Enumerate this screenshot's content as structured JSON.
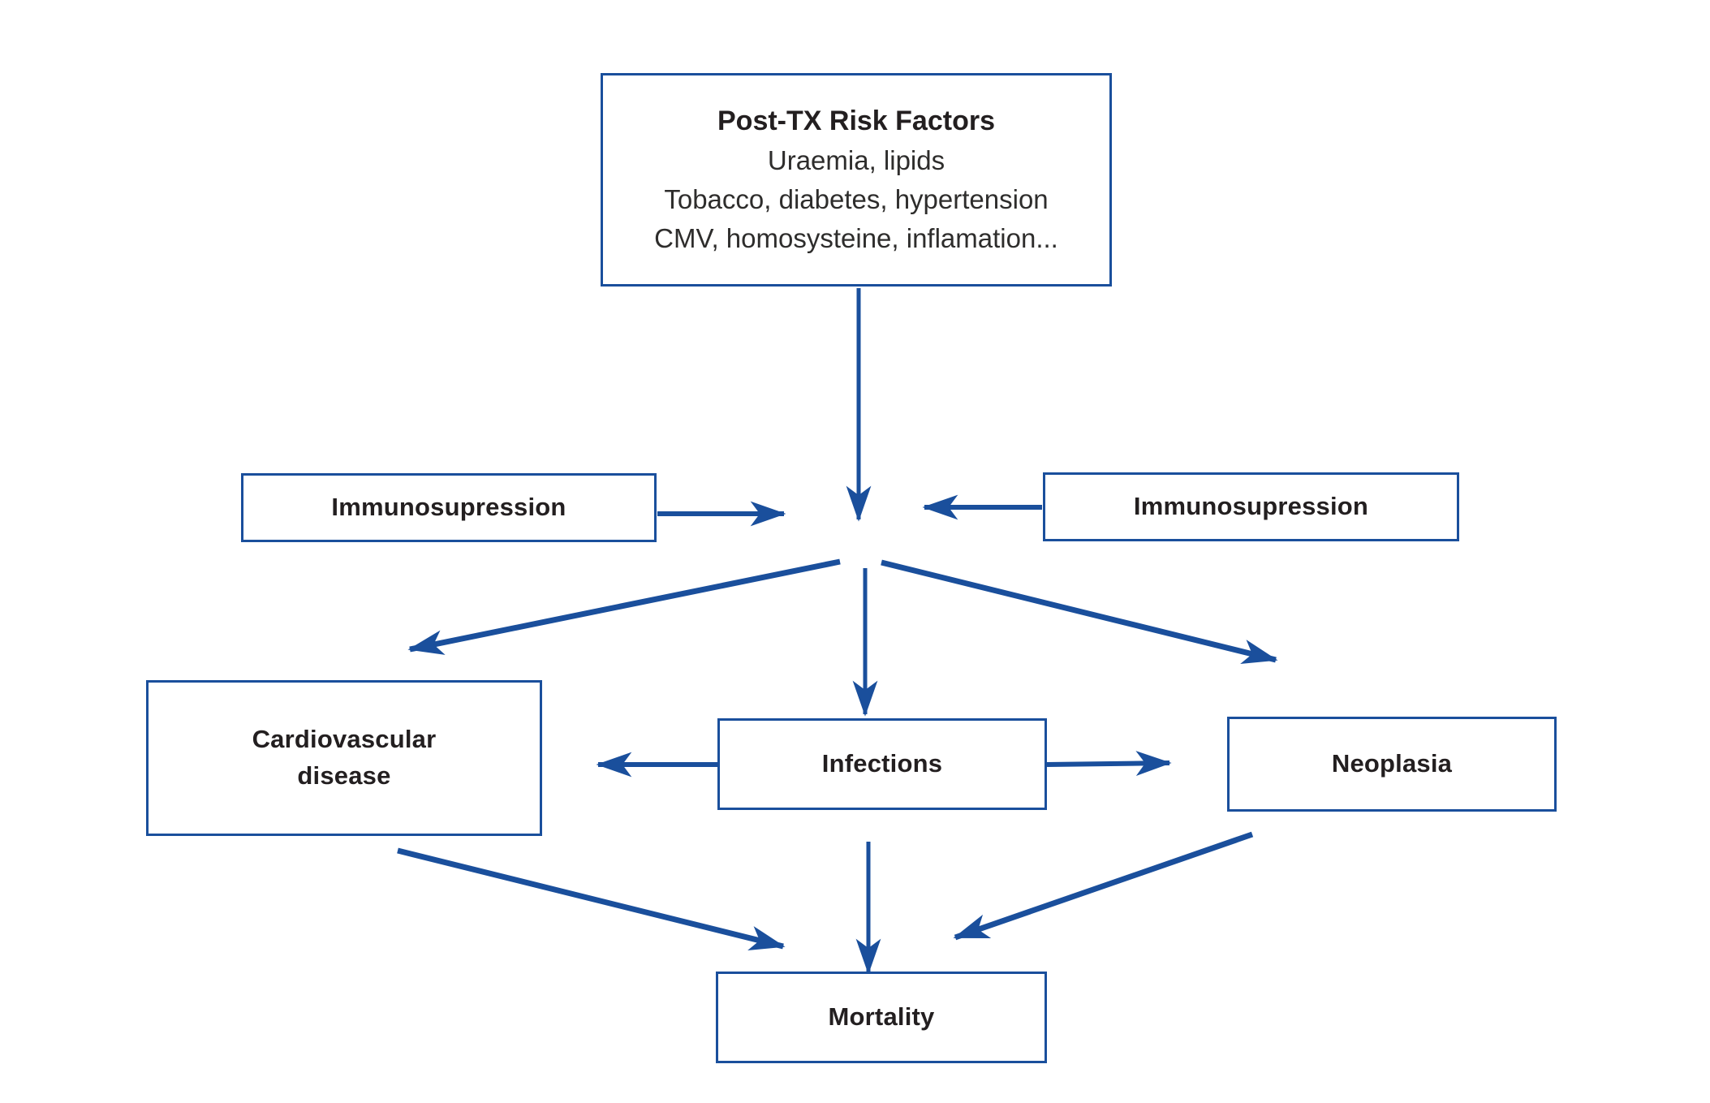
{
  "diagram": {
    "accent_color": "#1a4f9c",
    "text_color": "#231f20",
    "nodes": {
      "post_tx": {
        "title": "Post-TX Risk Factors",
        "lines": [
          "Uraemia, lipids",
          "Tobacco, diabetes, hypertension",
          "CMV, homosysteine, inflamation..."
        ]
      },
      "immuno_left": {
        "label": "Immunosupression"
      },
      "immuno_right": {
        "label": "Immunosupression"
      },
      "cardio": {
        "label": "Cardiovascular\ndisease"
      },
      "infections": {
        "label": "Infections"
      },
      "neoplasia": {
        "label": "Neoplasia"
      },
      "mortality": {
        "label": "Mortality"
      }
    },
    "edges": [
      {
        "from": "post_tx",
        "to": "junction"
      },
      {
        "from": "immuno_left",
        "to": "junction"
      },
      {
        "from": "immuno_right",
        "to": "junction"
      },
      {
        "from": "junction",
        "to": "cardio"
      },
      {
        "from": "junction",
        "to": "infections"
      },
      {
        "from": "junction",
        "to": "neoplasia"
      },
      {
        "from": "infections",
        "to": "cardio"
      },
      {
        "from": "infections",
        "to": "neoplasia"
      },
      {
        "from": "cardio",
        "to": "mortality"
      },
      {
        "from": "infections",
        "to": "mortality"
      },
      {
        "from": "neoplasia",
        "to": "mortality"
      }
    ]
  }
}
